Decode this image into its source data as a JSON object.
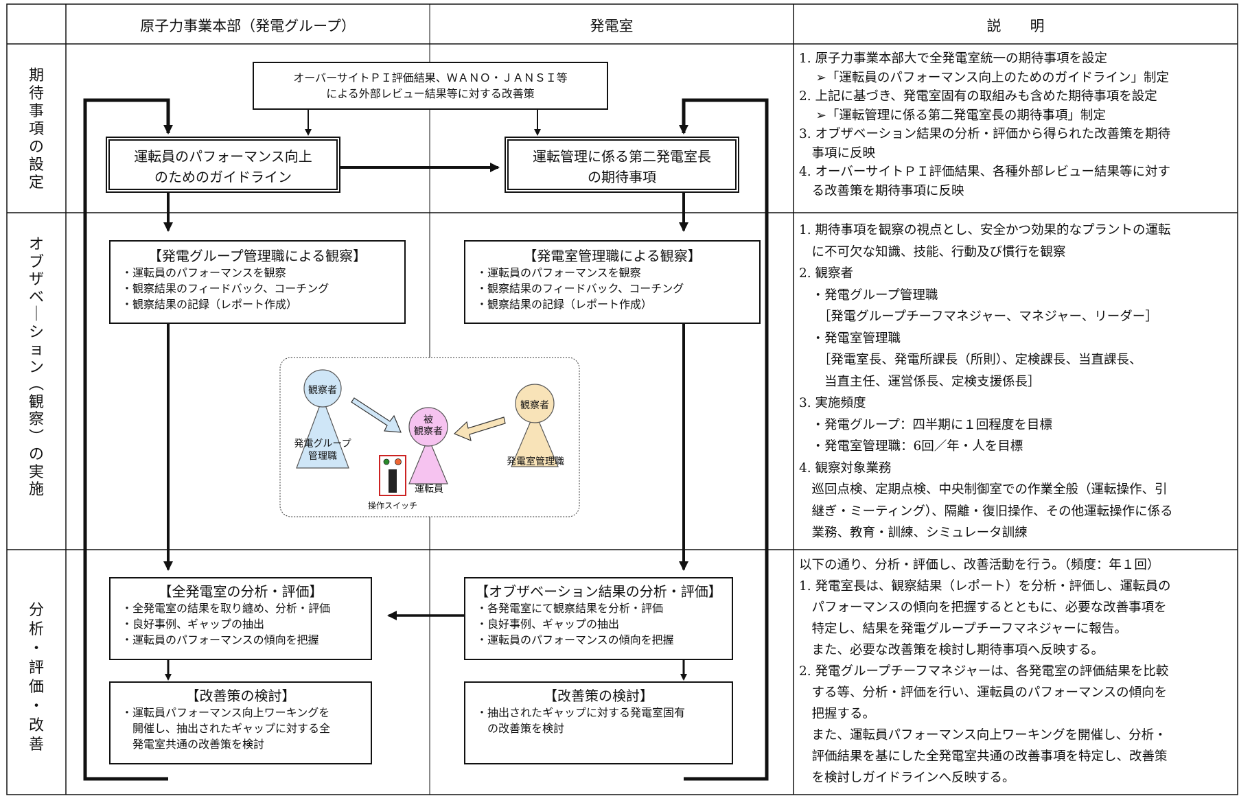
{
  "headers": {
    "col1": "原子力事業本部（発電グループ）",
    "col2": "発電室",
    "col3": "説　　明"
  },
  "phases": {
    "p1": [
      "期",
      "待",
      "事",
      "項",
      "の",
      "設",
      "定"
    ],
    "p2": [
      "オ",
      "ブ",
      "ザ",
      "ベ",
      "｜",
      "シ",
      "ョ",
      "ン",
      "︵",
      "観",
      "察",
      "︶",
      "の",
      "実",
      "施"
    ],
    "p3": [
      "分",
      "析",
      "・",
      "評",
      "価",
      "・",
      "改",
      "善"
    ]
  },
  "top_box": [
    "オーバーサイトＰＩ評価結果、ＷＡＮＯ・ＪＡＮＳＩ等",
    "による外部レビュー結果等に対する改善策"
  ],
  "guideline_box": [
    "運転員のパフォーマンス向上",
    "のためのガイドライン"
  ],
  "expect_box": [
    "運転管理に係る第二発電室長",
    "の期待事項"
  ],
  "obs_group": {
    "title": "【発電グループ管理職による観察】",
    "bullets": [
      "・運転員のパフォーマンスを観察",
      "・観察結果のフィードバック、コーチング",
      "・観察結果の記録（レポート作成）"
    ]
  },
  "obs_room": {
    "title": "【発電室管理職による観察】",
    "bullets": [
      "・運転員のパフォーマンスを観察",
      "・観察結果のフィードバック、コーチング",
      "・観察結果の記録（レポート作成）"
    ]
  },
  "illustration": {
    "observer": "観察者",
    "observed": [
      "被",
      "観察者"
    ],
    "group_label": [
      "発電グループ",
      "管理職"
    ],
    "room_label": "発電室管理職",
    "operator": "運転員",
    "switch": "操作スイッチ"
  },
  "eval_all": {
    "title": "【全発電室の分析・評価】",
    "bullets": [
      "・全発電室の結果を取り纏め、分析・評価",
      "・良好事例、ギャップの抽出",
      "・運転員のパフォーマンスの傾向を把握"
    ]
  },
  "eval_room": {
    "title": "【オブザベーション結果の分析・評価】",
    "bullets": [
      "・各発電室にて観察結果を分析・評価",
      "・良好事例、ギャップの抽出",
      "・運転員のパフォーマンスの傾向を把握"
    ]
  },
  "improve_all": {
    "title": "【改善策の検討】",
    "bullets": [
      "・運転員パフォーマンス向上ワーキングを",
      "　開催し、抽出されたギャップに対する全",
      "　発電室共通の改善策を検討"
    ]
  },
  "improve_room": {
    "title": "【改善策の検討】",
    "bullets": [
      "・抽出されたギャップに対する発電室固有",
      "　の改善策を検討"
    ]
  },
  "desc1": [
    "1. 原子力事業本部大で全発電室統一の期待事項を設定",
    "　 ➢「運転員のパフォーマンス向上のためのガイドライン」制定",
    "2. 上記に基づき、発電室固有の取組みも含めた期待事項を設定",
    "　 ➢「運転管理に係る第二発電室長の期待事項」制定",
    "3. オブザベーション結果の分析・評価から得られた改善策を期待",
    "　事項に反映",
    "4. オーバーサイトＰＩ評価結果、各種外部レビュー結果等に対す",
    "　る改善策を期待事項に反映"
  ],
  "desc2": [
    "1. 期待事項を観察の視点とし、安全かつ効果的なプラントの運転",
    "　に不可欠な知識、技能、行動及び慣行を観察",
    "2. 観察者",
    "　・発電グループ管理職",
    "　　［発電グループチーフマネジャー、マネジャー、リーダー］",
    "　・発電室管理職",
    "　　［発電室長、発電所課長（所則）、定検課長、当直課長、",
    "　　当直主任、運営係長、定検支援係長］",
    "3. 実施頻度",
    "　・発電グループ：四半期に１回程度を目標",
    "　・発電室管理職：6回／年・人を目標",
    "4. 観察対象業務",
    "　巡回点検、定期点検、中央制御室での作業全般（運転操作、引",
    "　継ぎ・ミーティング）、隔離・復旧操作、その他運転操作に係る",
    "　業務、教育・訓練、シミュレータ訓練"
  ],
  "desc3": [
    "以下の通り、分析・評価し、改善活動を行う。（頻度：年１回）",
    "1. 発電室長は、観察結果（レポート）を分析・評価し、運転員の",
    "　パフォーマンスの傾向を把握するとともに、必要な改善事項を",
    "　特定し、結果を発電グループチーフマネジャーに報告。",
    "　また、必要な改善策を検討し期待事項へ反映する。",
    "2. 発電グループチーフマネジャーは、各発電室の評価結果を比較",
    "　する等、分析・評価を行い、運転員のパフォーマンスの傾向を",
    "　把握する。",
    "　また、運転員パフォーマンス向上ワーキングを開催し、分析・",
    "　評価結果を基にした全発電室共通の改善事項を特定し、改善策",
    "　を検討しガイドラインへ反映する。"
  ],
  "colors": {
    "observer_blue": "#cfe6f7",
    "observer_tan": "#f8e3b8",
    "observed_pink": "#f6c3f0",
    "switch_red": "#cc2222"
  }
}
